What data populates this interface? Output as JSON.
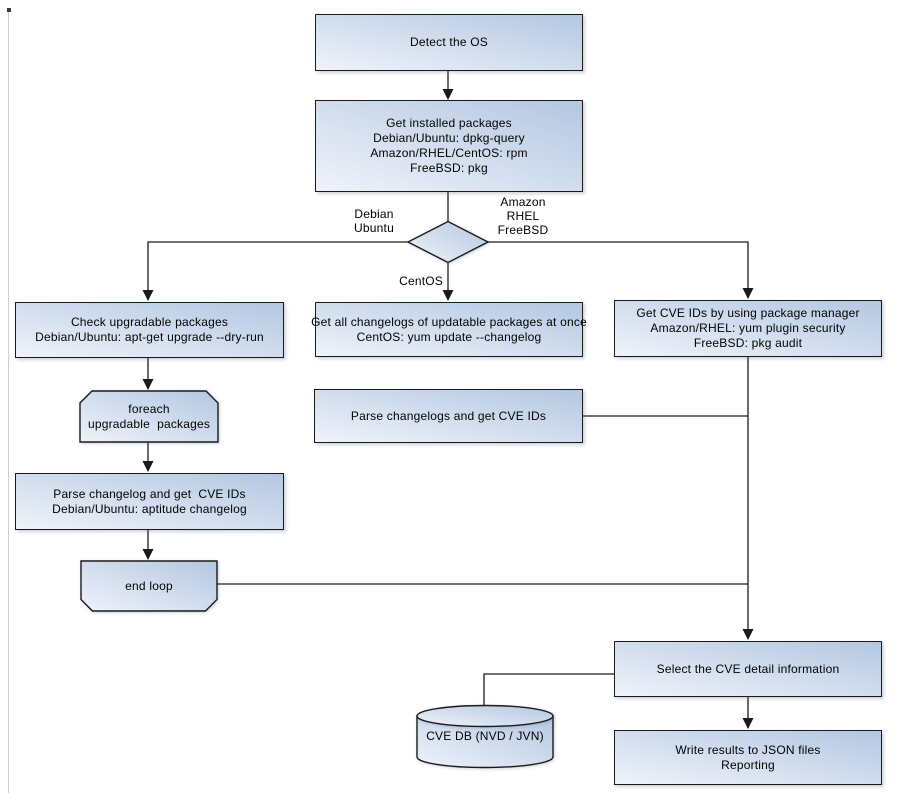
{
  "colors": {
    "background": "#ffffff",
    "shape-fill-light": "#eff3fa",
    "shape-fill-dark": "#b3c7e1",
    "shape-border": "#1a1a1a",
    "line-color": "#1a1a1a",
    "text-color": "#000000"
  },
  "nodes": {
    "detect_os": {
      "label": "Detect the OS"
    },
    "get_installed_packages": {
      "label": "Get installed packages\nDebian/Ubuntu: dpkg-query\nAmazon/RHEL/CentOS: rpm\nFreeBSD: pkg"
    },
    "check_upgradable": {
      "label": "Check upgradable packages\nDebian/Ubuntu: apt-get upgrade --dry-run"
    },
    "foreach_loop": {
      "label": "foreach\nupgradable  packages"
    },
    "parse_changelog_left": {
      "label": "Parse changelog and get  CVE IDs\nDebian/Ubuntu: aptitude changelog"
    },
    "end_loop": {
      "label": "end loop"
    },
    "get_all_changelogs": {
      "label": "Get all changelogs of updatable packages at once\nCentOS: yum update --changelog"
    },
    "parse_changelogs": {
      "label": "Parse changelogs and get CVE IDs"
    },
    "get_cve_ids_pkg_mgr": {
      "label": "Get CVE IDs by using package manager\nAmazon/RHEL: yum plugin security\nFreeBSD: pkg audit"
    },
    "select_cve_detail": {
      "label": "Select the CVE detail information"
    },
    "cve_db": {
      "label": "CVE DB (NVD / JVN)"
    },
    "write_results": {
      "label": "Write results to JSON files\nReporting"
    }
  },
  "edge_labels": {
    "debian_ubuntu": "Debian\nUbuntu",
    "amazon_rhel_freebsd": "Amazon\nRHEL\nFreeBSD",
    "centos": "CentOS"
  }
}
